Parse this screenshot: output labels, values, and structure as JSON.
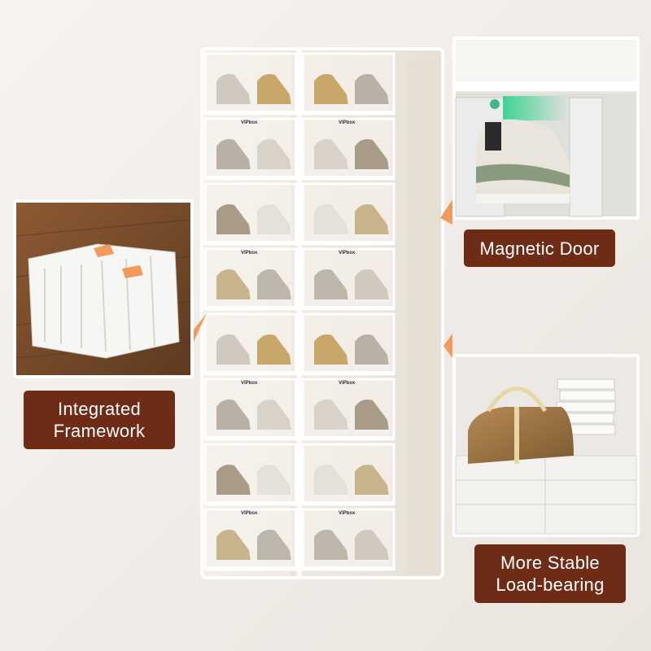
{
  "labels": {
    "magnetic_door": "Magnetic Door",
    "integrated_framework": "Integrated\nFramework",
    "stable_load": "More Stable\nLoad-bearing"
  },
  "brand_tag": "VIPbox",
  "colors": {
    "background": "#f1ede9",
    "label_bg": "#6e2b16",
    "label_text": "#ffffff",
    "pointer": "#f19a5c",
    "frame": "#ffffff"
  }
}
